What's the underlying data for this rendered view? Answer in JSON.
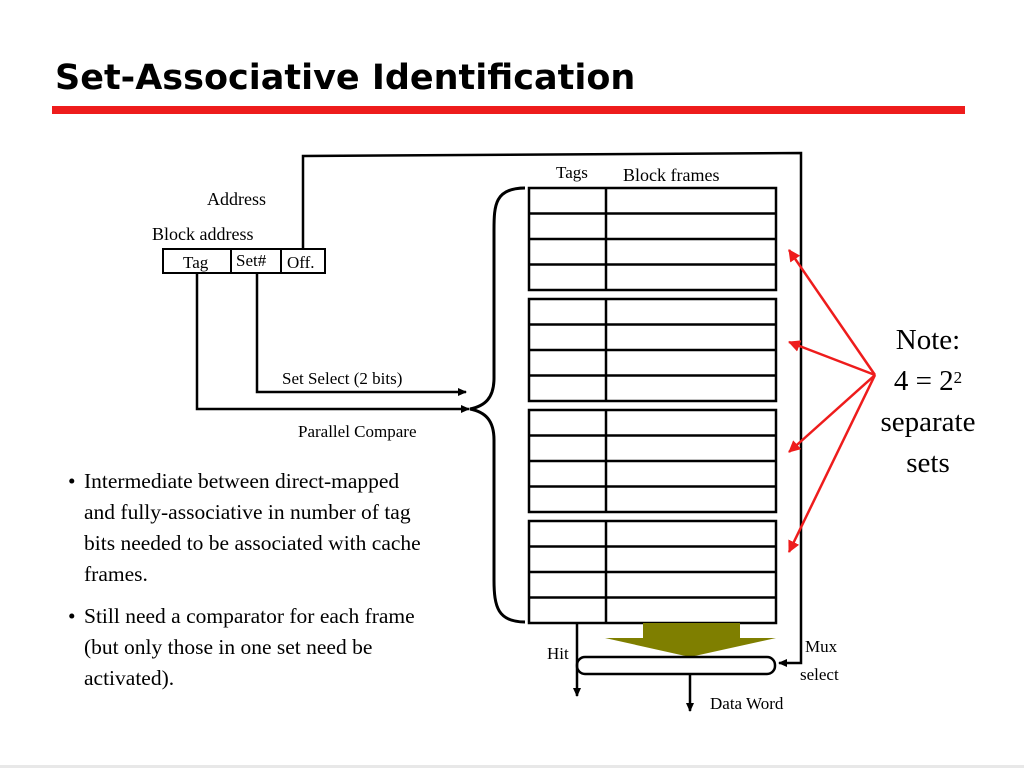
{
  "slide": {
    "title": "Set-Associative Identification"
  },
  "diagram": {
    "address_label": "Address",
    "block_address_label": "Block address",
    "address_fields": {
      "tag": "Tag",
      "set": "Set#",
      "offset": "Off."
    },
    "column_headers": {
      "tags": "Tags",
      "block_frames": "Block frames"
    },
    "set_select_label": "Set Select (2 bits)",
    "parallel_compare_label": "Parallel Compare",
    "hit_label": "Hit",
    "mux_select_label": [
      "Mux",
      "select"
    ],
    "data_word_label": "Data Word",
    "set_count": 4,
    "frames_per_set": 4
  },
  "bullets": [
    "Intermediate between direct-mapped and fully-associative in number of tag bits needed to be associated with cache frames.",
    "Still need a comparator for each frame (but only those in one set need be activated)."
  ],
  "note": {
    "label": "Note:",
    "equation_prefix": "4 = 2",
    "exponent": "2",
    "line3": "separate",
    "line4": "sets"
  },
  "colors": {
    "title_rule": "#ee1c1c",
    "arrows": "#ee1c1c",
    "mux": "#7f7f00"
  }
}
